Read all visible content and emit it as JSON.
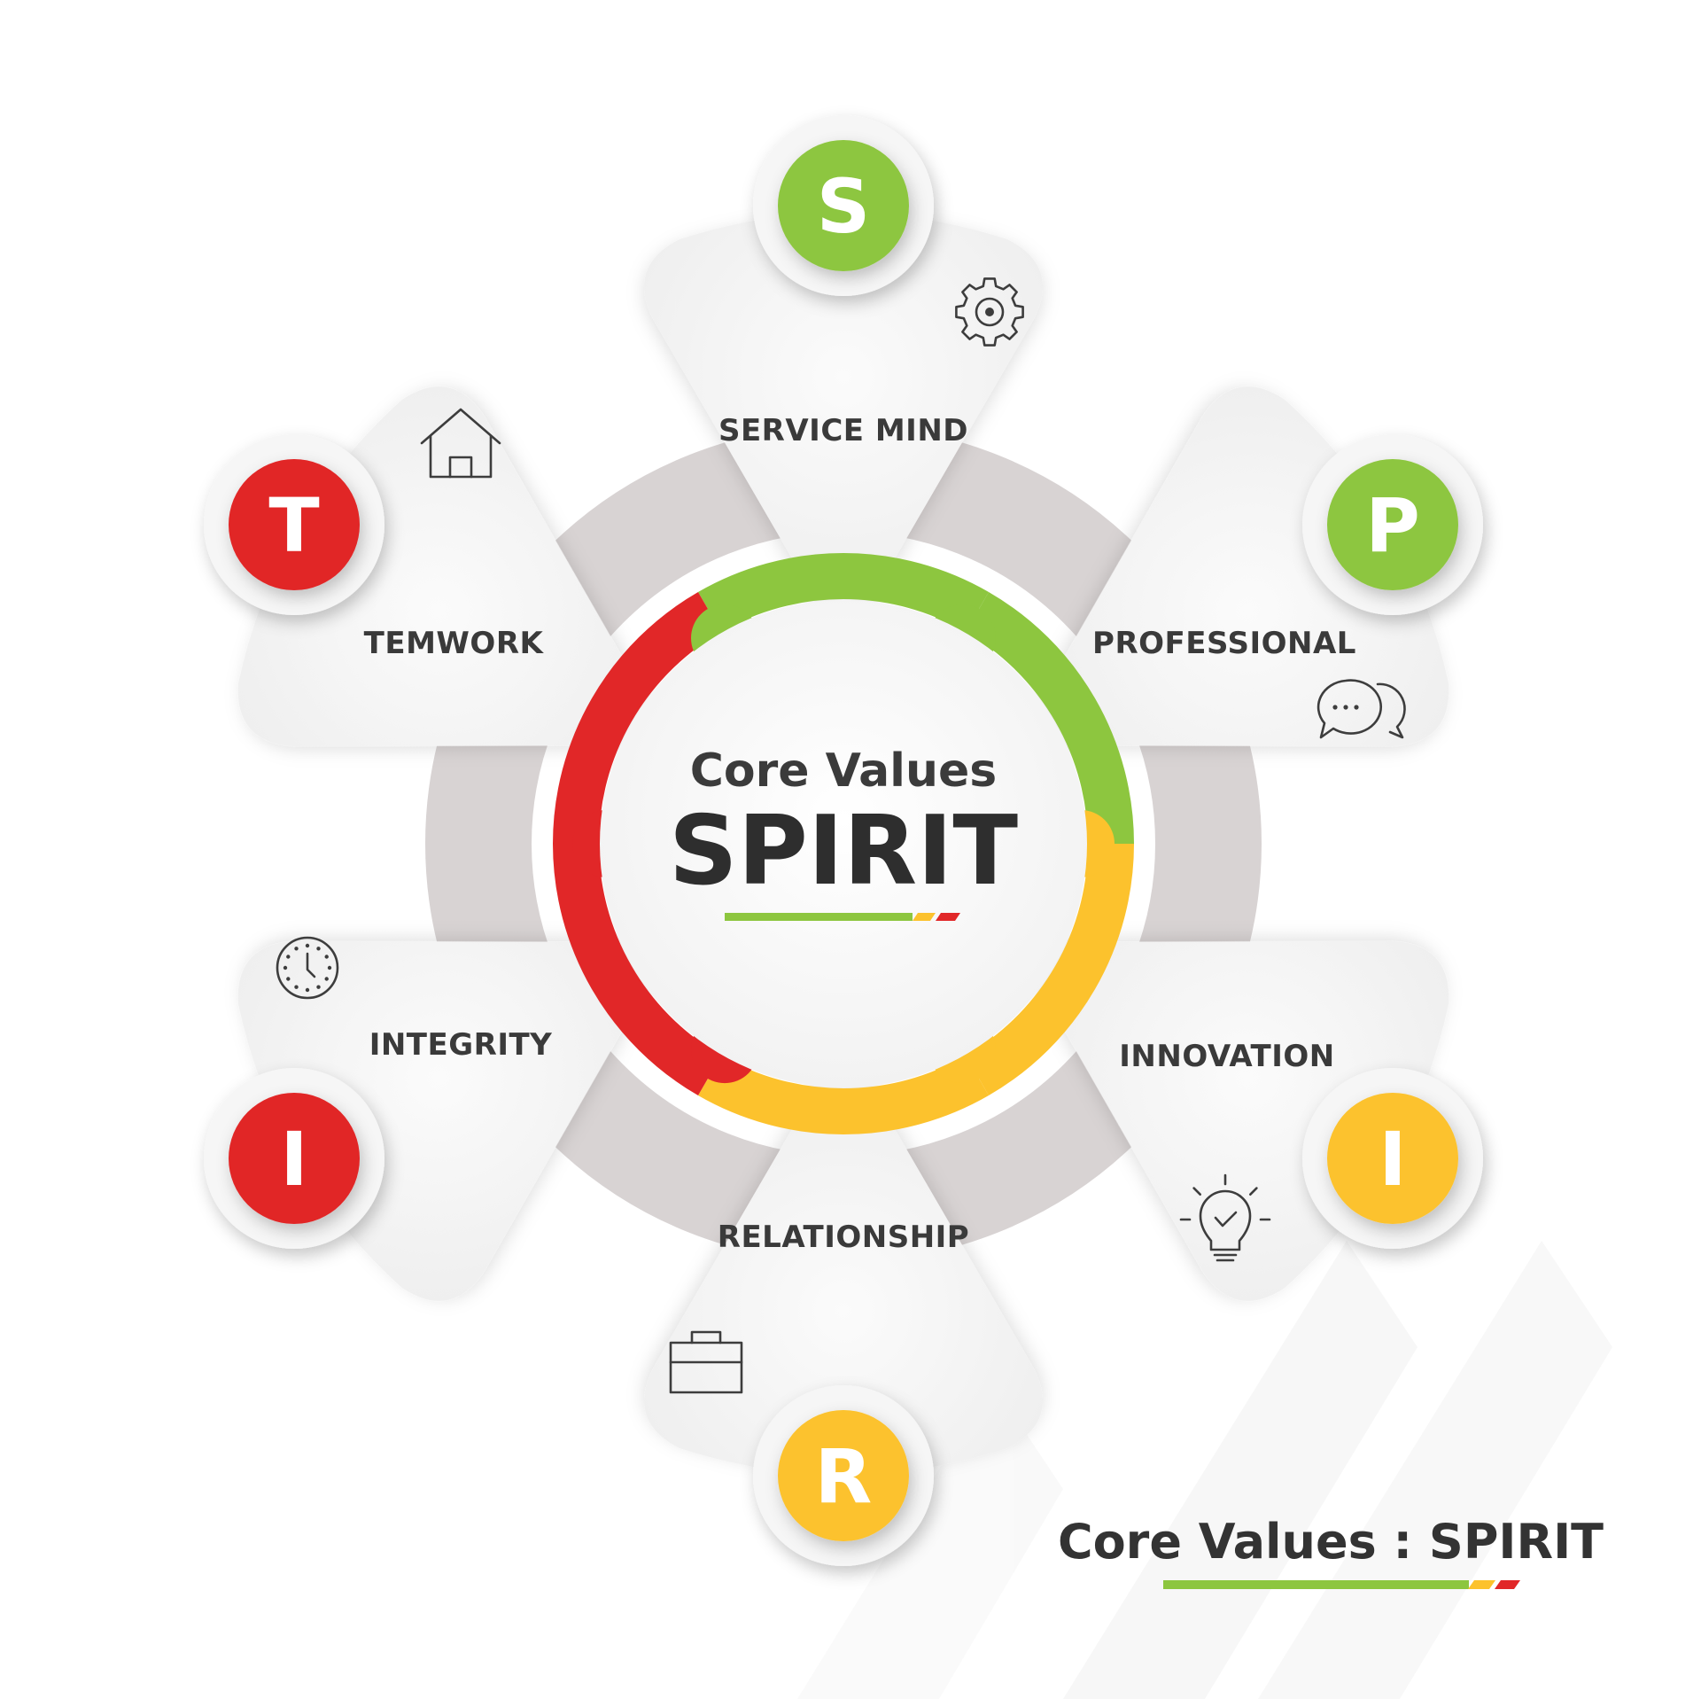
{
  "center": {
    "title": "Core Values",
    "word": "SPIRIT"
  },
  "footer": {
    "title": "Core Values : SPIRIT"
  },
  "colors": {
    "red": "#e12728",
    "green": "#8dc63f",
    "yellow": "#fcc22d",
    "ring_gray": "#d8d3d3",
    "petal": "#f3f3f3",
    "text": "#3a3a3a"
  },
  "petals": [
    {
      "letter": "S",
      "label": "SERVICE MIND",
      "color": "green",
      "icon": "gear-icon"
    },
    {
      "letter": "P",
      "label": "PROFESSIONAL",
      "color": "green",
      "icon": "chat-bubbles-icon"
    },
    {
      "letter": "I",
      "label": "INNOVATION",
      "color": "yellow",
      "icon": "lightbulb-icon"
    },
    {
      "letter": "R",
      "label": "RELATIONSHIP",
      "color": "yellow",
      "icon": "briefcase-icon"
    },
    {
      "letter": "I",
      "label": "INTEGRITY",
      "color": "red",
      "icon": "clock-icon"
    },
    {
      "letter": "T",
      "label": "TEMWORK",
      "color": "red",
      "icon": "house-icon"
    }
  ]
}
